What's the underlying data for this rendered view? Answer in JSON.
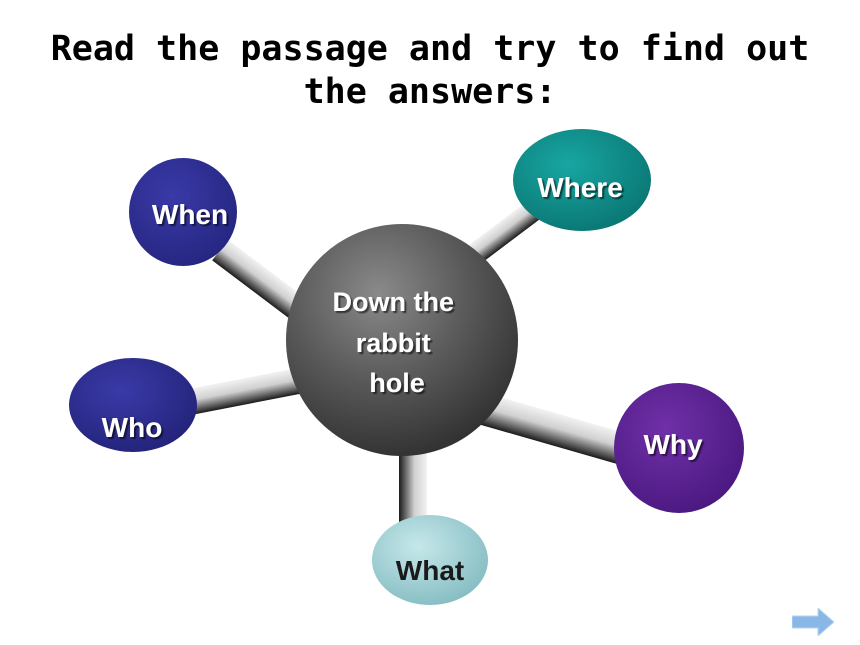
{
  "title": {
    "line1": "Read the passage and try to find out",
    "line2": "the answers:"
  },
  "diagram": {
    "center": {
      "lines": [
        "Down the",
        "rabbit",
        "hole"
      ],
      "color": "#4a4a4a"
    },
    "nodes": [
      {
        "id": "when",
        "label": "When",
        "color": "#2c2c90"
      },
      {
        "id": "where",
        "label": "Where",
        "color": "#0f8d8a"
      },
      {
        "id": "who",
        "label": "Who",
        "color": "#2c2c90"
      },
      {
        "id": "why",
        "label": "Why",
        "color": "#5a2090"
      },
      {
        "id": "what",
        "label": "What",
        "color": "#9ccfd4"
      }
    ]
  },
  "nav": {
    "icon": "right-arrow-icon",
    "color": "#8ab8e6"
  }
}
